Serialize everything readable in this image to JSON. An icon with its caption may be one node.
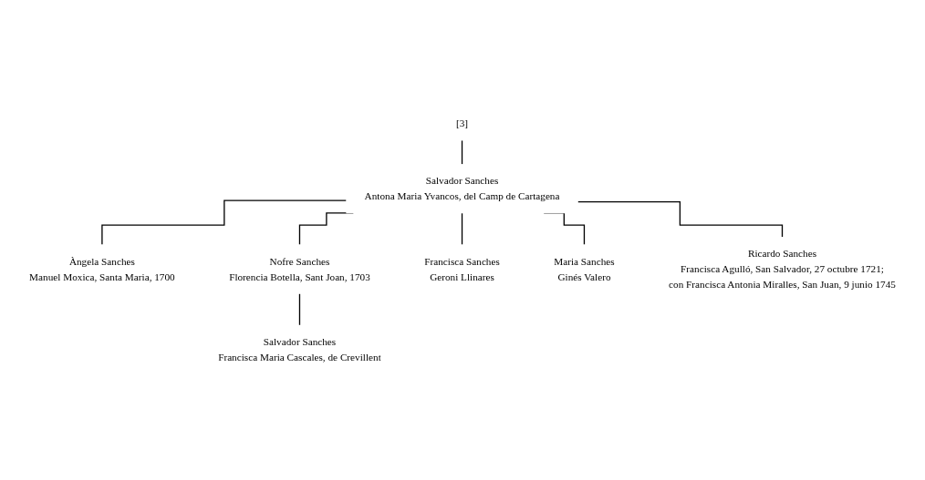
{
  "diagram": {
    "nodes": [
      {
        "text": [
          "[3]"
        ]
      },
      {
        "text": [
          "Salvador Sanches",
          "Antona Maria Yvancos, del Camp de Cartagena"
        ]
      },
      {
        "text": [
          "Àngela Sanches",
          "Manuel Moxica, Santa Maria, 1700"
        ]
      },
      {
        "text": [
          "Nofre Sanches",
          "Florencia Botella, Sant Joan, 1703"
        ]
      },
      {
        "text": [
          "Francisca Sanches",
          "Geroni Llinares"
        ]
      },
      {
        "text": [
          "Maria Sanches",
          "Ginés Valero"
        ]
      },
      {
        "text": [
          "Salvador Sanches",
          "Francisca Maria Cascales, de Crevillent"
        ]
      },
      {
        "text": [
          "Ricardo Sanches",
          "Francisca Agulló, San Salvador, 27 octubre 1721;",
          "con Francisca Antonia Miralles, San Juan, 9 junio 1745"
        ]
      }
    ],
    "edges": [
      {
        "from": 0,
        "to": 1,
        "arrow": "none"
      },
      {
        "from": 1,
        "to": 2,
        "arrow": "none"
      },
      {
        "from": 1,
        "to": 3,
        "arrow": "none"
      },
      {
        "from": 1,
        "to": 4,
        "arrow": "none"
      },
      {
        "from": 1,
        "to": 7,
        "arrow": "none"
      },
      {
        "from": 1,
        "to": 5,
        "arrow": "none"
      },
      {
        "from": 3,
        "to": 6,
        "arrow": "none"
      }
    ]
  }
}
